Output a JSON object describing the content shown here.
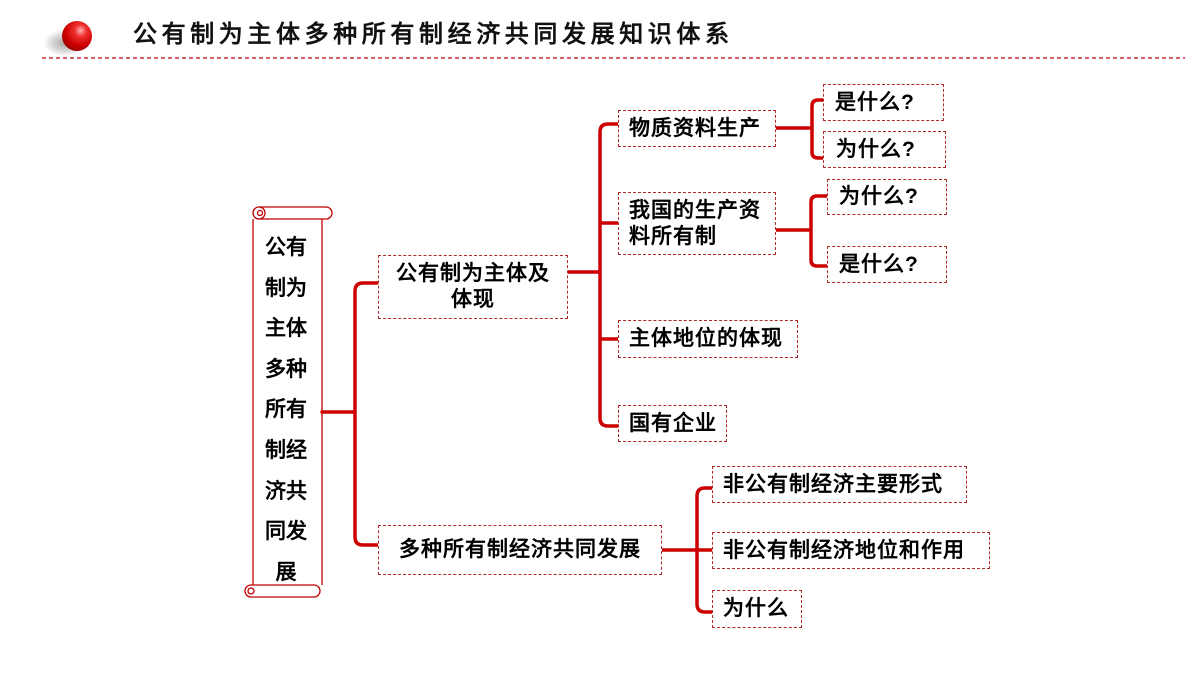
{
  "header": {
    "title": "公有制为主体多种所有制经济共同发展知识体系",
    "icon": "red-sphere-icon"
  },
  "colors": {
    "accent": "#cc0000",
    "node_border": "#b02a2a",
    "text": "#000000"
  },
  "mindmap": {
    "root": {
      "lines": [
        "公有",
        "制为",
        "主体",
        "多种",
        "所有",
        "制经",
        "济共",
        "同发",
        "展"
      ]
    },
    "branch_public": {
      "lines": [
        "公有制为主体及",
        "体现"
      ],
      "material_production": {
        "label": "物质资料生产",
        "what": "是什么?",
        "why": "为什么?"
      },
      "ownership": {
        "lines": [
          "我国的生产资",
          "料所有制"
        ],
        "why": "为什么?",
        "what": "是什么?"
      },
      "dominant_position": {
        "label": "主体地位的体现"
      },
      "state_enterprise": {
        "label": "国有企业"
      }
    },
    "branch_multi": {
      "label": "多种所有制经济共同发展",
      "children": [
        {
          "label": "非公有制经济主要形式"
        },
        {
          "label": "非公有制经济地位和作用"
        },
        {
          "label": "为什么"
        }
      ]
    }
  }
}
